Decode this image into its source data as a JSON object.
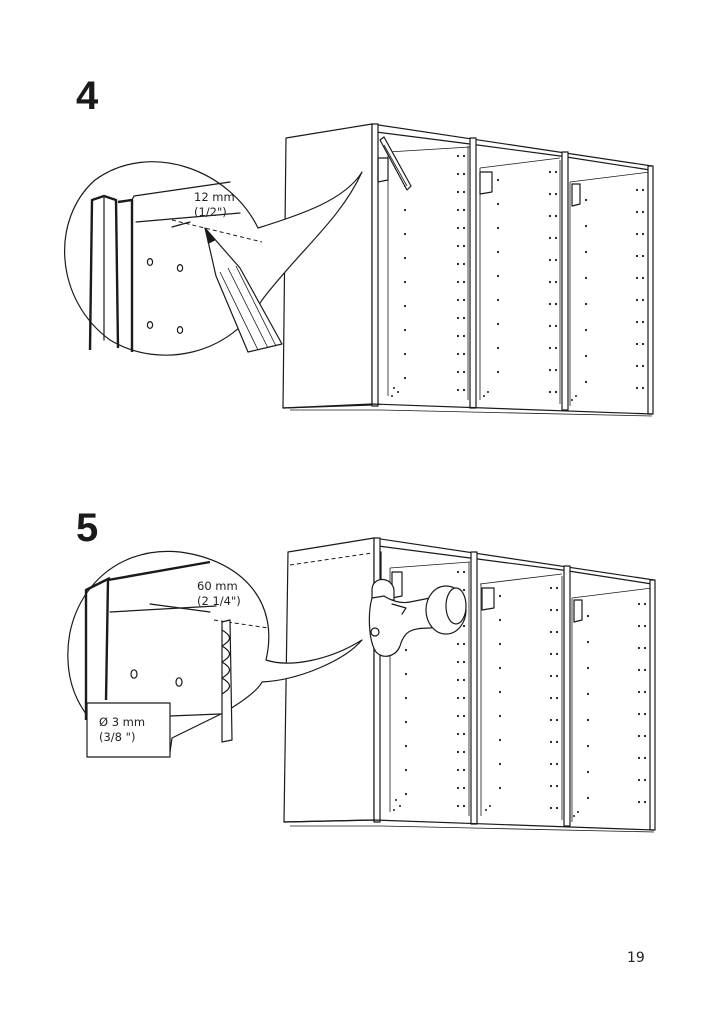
{
  "steps": [
    {
      "number": "4",
      "measure_line1": "12 mm",
      "measure_line2": "(1/2\")"
    },
    {
      "number": "5",
      "measure_line1": "60 mm",
      "measure_line2": "(2 1/4\")",
      "drill_line1": "Ø 3 mm",
      "drill_line2": "(3/8 \")"
    }
  ],
  "page": {
    "number": "19"
  }
}
